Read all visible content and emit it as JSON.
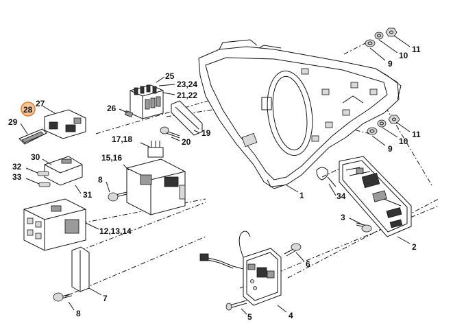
{
  "labels": {
    "l1": "1",
    "l2": "2",
    "l3": "3",
    "l4": "4",
    "l5": "5",
    "l6": "6",
    "l7": "7",
    "l8a": "8",
    "l8b": "8",
    "l9a": "9",
    "l9b": "9",
    "l10a": "10",
    "l10b": "10",
    "l11a": "11",
    "l11b": "11",
    "l1718": "17,18",
    "l19": "19",
    "l20": "20",
    "l2122": "21,22",
    "l2324": "23,24",
    "l25": "25",
    "l26": "26",
    "l27": "27",
    "l28": "28",
    "l29": "29",
    "l30": "30",
    "l31": "31",
    "l32": "32",
    "l33": "33",
    "l34": "34",
    "l1516": "15,16",
    "l121314": "12,13,14"
  },
  "colors": {
    "highlight_fill": "#f6c59a",
    "highlight_stroke": "#e07b2c",
    "line": "#111111"
  }
}
